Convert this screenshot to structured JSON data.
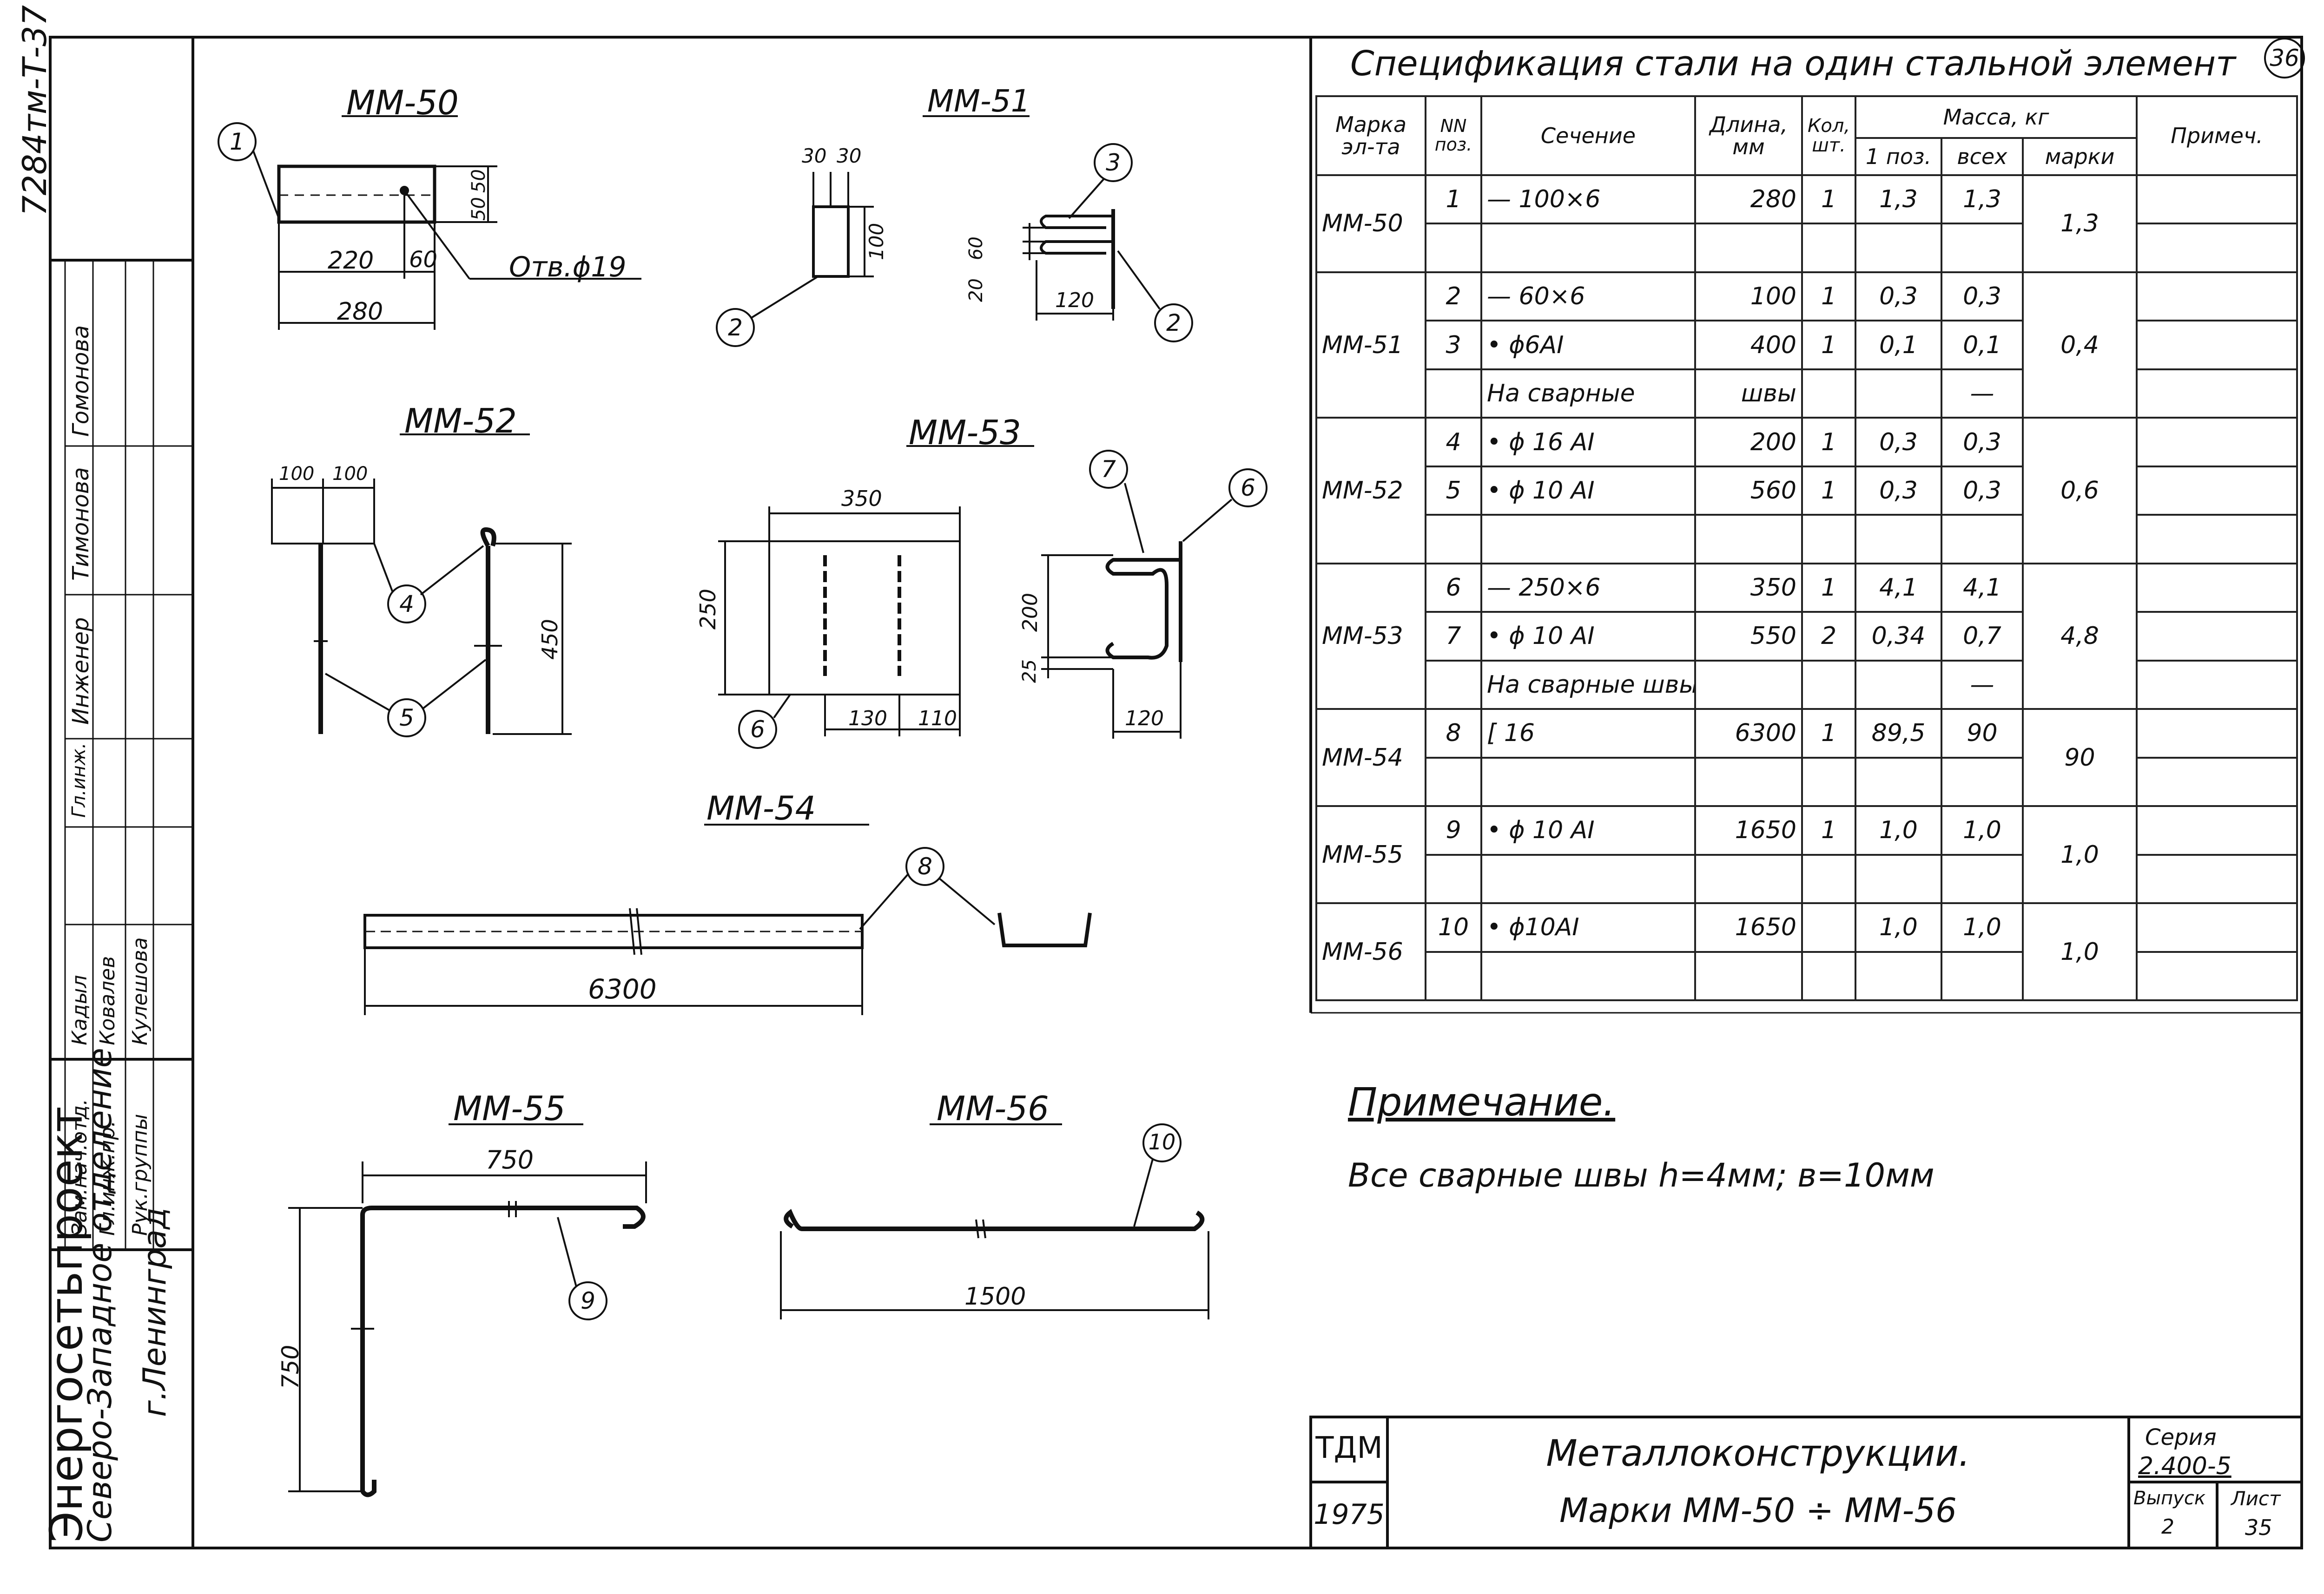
{
  "left_strip": {
    "doc_code": "7284тм-Т-37",
    "org_line1": "Энергосетьпроект",
    "org_line2": "Северо-Западное отделение",
    "org_line3": "г.Ленинград",
    "roles": [
      "Зам.нач.отд.",
      "Гл.инж.пр.",
      "Рук.группы",
      "Инженер",
      "Гл.инж."
    ],
    "names": [
      "Кадыл",
      "Ковалев",
      "Кулешова",
      "Тимонова",
      "Гомонова"
    ]
  },
  "drawings": {
    "mm50": {
      "title": "ММ-50",
      "dims": [
        "50",
        "50",
        "220",
        "60",
        "280"
      ],
      "hole": "Отв.ϕ19",
      "callouts": [
        "1"
      ]
    },
    "mm51": {
      "title": "ММ-51",
      "dims": [
        "30",
        "30",
        "100",
        "20",
        "60",
        "120"
      ],
      "callouts": [
        "2",
        "3",
        "2"
      ]
    },
    "mm52": {
      "title": "ММ-52",
      "dims": [
        "100",
        "100",
        "450"
      ],
      "callouts": [
        "4",
        "5"
      ]
    },
    "mm53": {
      "title": "ММ-53",
      "dims": [
        "350",
        "250",
        "130",
        "110",
        "200",
        "25",
        "120"
      ],
      "callouts": [
        "6",
        "7",
        "6"
      ]
    },
    "mm54": {
      "title": "ММ-54",
      "dims": [
        "6300"
      ],
      "callouts": [
        "8"
      ]
    },
    "mm55": {
      "title": "ММ-55",
      "dims": [
        "750",
        "750"
      ],
      "callouts": [
        "9"
      ]
    },
    "mm56": {
      "title": "ММ-56",
      "dims": [
        "1500"
      ],
      "callouts": [
        "10"
      ]
    }
  },
  "spec": {
    "title": "Спецификация стали на один стальной элемент",
    "sheet_number": "36",
    "headers": {
      "mark": "Марка эл-та",
      "pos": "NN поз.",
      "section": "Сечение",
      "length": "Длина, мм",
      "qty": "Кол, шт.",
      "mass": "Масса, кг",
      "mass_one": "1 поз.",
      "mass_all": "всех",
      "mass_mark": "марки",
      "note": "Примеч."
    },
    "groups": [
      {
        "mark": "ММ-50",
        "mass_mark": "1,3",
        "rows": [
          {
            "pos": "1",
            "section": "— 100×6",
            "length": "280",
            "qty": "1",
            "m1": "1,3",
            "mall": "1,3"
          },
          {
            "pos": "",
            "section": "",
            "length": "",
            "qty": "",
            "m1": "",
            "mall": ""
          }
        ]
      },
      {
        "mark": "ММ-51",
        "mass_mark": "0,4",
        "rows": [
          {
            "pos": "2",
            "section": "— 60×6",
            "length": "100",
            "qty": "1",
            "m1": "0,3",
            "mall": "0,3"
          },
          {
            "pos": "3",
            "section": "• ϕ6АI",
            "length": "400",
            "qty": "1",
            "m1": "0,1",
            "mall": "0,1"
          },
          {
            "pos": "",
            "section": "На сварные",
            "length": "швы",
            "qty": "",
            "m1": "",
            "mall": "—"
          }
        ]
      },
      {
        "mark": "ММ-52",
        "mass_mark": "0,6",
        "rows": [
          {
            "pos": "4",
            "section": "• ϕ 16 АI",
            "length": "200",
            "qty": "1",
            "m1": "0,3",
            "mall": "0,3"
          },
          {
            "pos": "5",
            "section": "• ϕ 10 АI",
            "length": "560",
            "qty": "1",
            "m1": "0,3",
            "mall": "0,3"
          },
          {
            "pos": "",
            "section": "",
            "length": "",
            "qty": "",
            "m1": "",
            "mall": ""
          }
        ]
      },
      {
        "mark": "ММ-53",
        "mass_mark": "4,8",
        "rows": [
          {
            "pos": "6",
            "section": "— 250×6",
            "length": "350",
            "qty": "1",
            "m1": "4,1",
            "mall": "4,1"
          },
          {
            "pos": "7",
            "section": "• ϕ 10 АI",
            "length": "550",
            "qty": "2",
            "m1": "0,34",
            "mall": "0,7"
          },
          {
            "pos": "",
            "section": "На сварные  швы",
            "length": "",
            "qty": "",
            "m1": "",
            "mall": "—"
          }
        ]
      },
      {
        "mark": "ММ-54",
        "mass_mark": "90",
        "rows": [
          {
            "pos": "8",
            "section": "[ 16",
            "length": "6300",
            "qty": "1",
            "m1": "89,5",
            "mall": "90"
          },
          {
            "pos": "",
            "section": "",
            "length": "",
            "qty": "",
            "m1": "",
            "mall": ""
          }
        ]
      },
      {
        "mark": "ММ-55",
        "mass_mark": "1,0",
        "rows": [
          {
            "pos": "9",
            "section": "• ϕ 10 АI",
            "length": "1650",
            "qty": "1",
            "m1": "1,0",
            "mall": "1,0"
          },
          {
            "pos": "",
            "section": "",
            "length": "",
            "qty": "",
            "m1": "",
            "mall": ""
          }
        ]
      },
      {
        "mark": "ММ-56",
        "mass_mark": "1,0",
        "rows": [
          {
            "pos": "10",
            "section": "• ϕ10АI",
            "length": "1650",
            "qty": "",
            "m1": "1,0",
            "mall": "1,0"
          },
          {
            "pos": "",
            "section": "",
            "length": "",
            "qty": "",
            "m1": "",
            "mall": ""
          }
        ]
      }
    ]
  },
  "note": {
    "title": "Примечание.",
    "text": "Все сварные швы  h=4мм;  в=10мм"
  },
  "title_block": {
    "org": "ТДМ",
    "year": "1975",
    "title1": "Металлоконструкции.",
    "title2": "Марки  ММ-50 ÷ ММ-56",
    "series_label": "Серия",
    "series_value": "2.400-5",
    "issue_label": "Выпуск",
    "issue_value": "2",
    "sheet_label": "Лист",
    "sheet_value": "35"
  }
}
